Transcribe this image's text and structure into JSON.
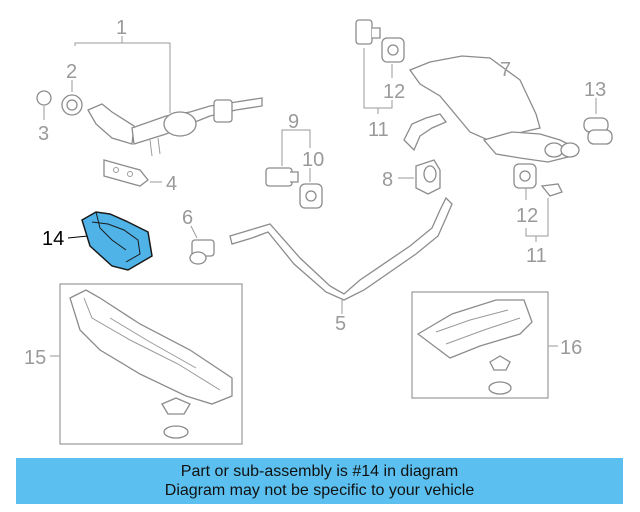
{
  "callouts": {
    "c1": "1",
    "c2": "2",
    "c3": "3",
    "c4": "4",
    "c5": "5",
    "c6": "6",
    "c7": "7",
    "c8": "8",
    "c9": "9",
    "c10": "10",
    "c11a": "11",
    "c11b": "11",
    "c12a": "12",
    "c12b": "12",
    "c13": "13",
    "c14": "14",
    "c15": "15",
    "c16": "16"
  },
  "highlight_part": "14",
  "colors": {
    "highlight_fill": "#4fb3e8",
    "banner": "#5bc0f0",
    "line": "#8c8c8c"
  },
  "banner": {
    "line1": "Part or sub-assembly is #14 in diagram",
    "line2": "Diagram may not be specific to your vehicle"
  }
}
